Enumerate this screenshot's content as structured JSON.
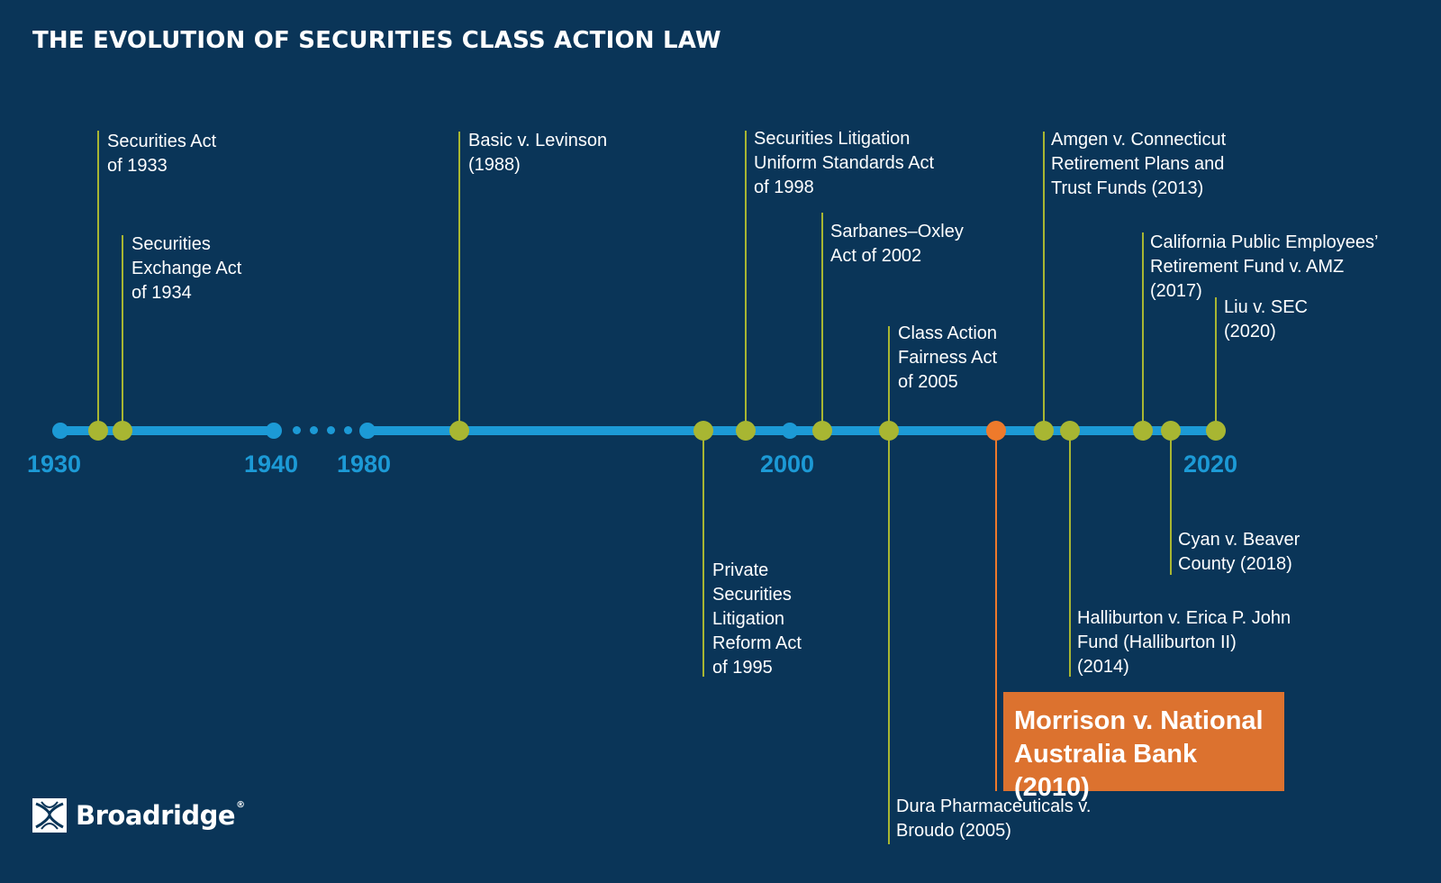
{
  "title": "THE EVOLUTION OF SECURITIES CLASS ACTION LAW",
  "colors": {
    "background": "#0a3558",
    "axis": "#1c9ad6",
    "event": "#a8b632",
    "highlight": "#ee7a2b",
    "highlight_box": "#dc722f"
  },
  "year_labels": [
    "1930",
    "1940",
    "1980",
    "2000",
    "2020"
  ],
  "events": [
    {
      "label": "Securities Act\nof 1933",
      "year": 1933,
      "side": "above"
    },
    {
      "label": "Securities\nExchange Act\nof 1934",
      "year": 1934,
      "side": "above"
    },
    {
      "label": "Basic v. Levinson\n(1988)",
      "year": 1988,
      "side": "above"
    },
    {
      "label": "Private\nSecurities\nLitigation\nReform Act\nof 1995",
      "year": 1995,
      "side": "below"
    },
    {
      "label": "Securities Litigation\nUniform Standards Act\nof 1998",
      "year": 1998,
      "side": "above"
    },
    {
      "label": "Sarbanes–Oxley\nAct of 2002",
      "year": 2002,
      "side": "above"
    },
    {
      "label": "Class Action\nFairness Act\nof 2005",
      "year": 2005,
      "side": "above"
    },
    {
      "label": "Dura Pharmaceuticals v.\nBroudo (2005)",
      "year": 2005,
      "side": "below"
    },
    {
      "label": "Amgen v. Connecticut\nRetirement Plans and\nTrust Funds (2013)",
      "year": 2013,
      "side": "above"
    },
    {
      "label": "Halliburton v. Erica P. John\nFund (Halliburton II)\n(2014)",
      "year": 2014,
      "side": "below"
    },
    {
      "label": "California Public Employees’\nRetirement Fund v. AMZ\n(2017)",
      "year": 2017,
      "side": "above"
    },
    {
      "label": "Cyan v. Beaver\nCounty (2018)",
      "year": 2018,
      "side": "below"
    },
    {
      "label": "Liu v. SEC\n(2020)",
      "year": 2020,
      "side": "above"
    }
  ],
  "highlight": {
    "label": "Morrison v. National\nAustralia Bank (2010)",
    "year": 2010
  },
  "logo": {
    "text": "Broadridge",
    "registered": "®"
  }
}
